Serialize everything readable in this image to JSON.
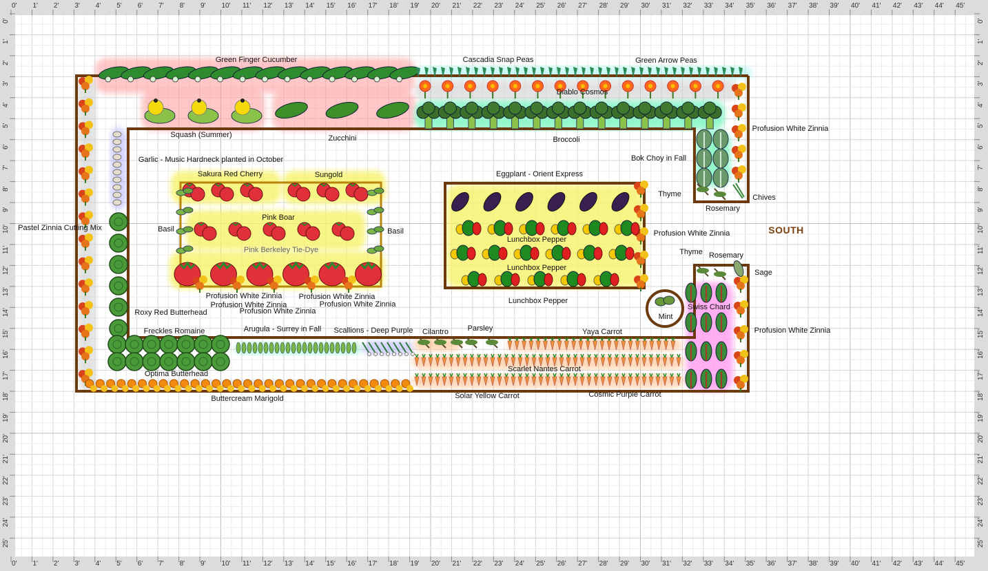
{
  "ruler": {
    "unit": "'",
    "max_x": 45,
    "max_y": 25
  },
  "compass": {
    "label": "SOUTH",
    "color": "#7a3f0c"
  },
  "colors": {
    "bed_border": "#6b3a0e",
    "tomato_bed_border": "#b8860b",
    "grid": "#dddddd"
  },
  "labels": [
    "Green Finger Cucumber",
    "Cascadia Snap Peas",
    "Green Arrow Peas",
    "Diablo Cosmos",
    "Squash (Summer)",
    "Zucchini",
    "Broccoli",
    "Profusion White Zinnia",
    "Garlic - Music Hardneck planted in October",
    "Bok Choy in Fall",
    "Sakura Red Cherry",
    "Sungold",
    "Eggplant - Orient Express",
    "Thyme",
    "Rosemary",
    "Chives",
    "Pastel Zinnia Cutting Mix",
    "Basil",
    "Pink Boar",
    "Basil",
    "Profusion White Zinnia",
    "Pink Berkeley Tie-Dye",
    "Lunchbox Pepper",
    "Thyme",
    "Rosemary",
    "Lunchbox Pepper",
    "Sage",
    "Profusion White Zinnia",
    "Profusion White Zinnia",
    "Profusion White Zinnia",
    "Profusion White Zinnia",
    "Profusion White Zinnia",
    "Lunchbox Pepper",
    "Swiss Chard",
    "Roxy Red Butterhead",
    "Mint",
    "Freckles Romaine",
    "Arugula - Surrey in Fall",
    "Scallions - Deep Purple",
    "Cilantro",
    "Parsley",
    "Yaya Carrot",
    "Profusion White Zinnia",
    "Optima Butterhead",
    "Scarlet Nantes Carrot",
    "Buttercream Marigold",
    "Solar Yellow Carrot",
    "Cosmic Purple Carrot"
  ]
}
